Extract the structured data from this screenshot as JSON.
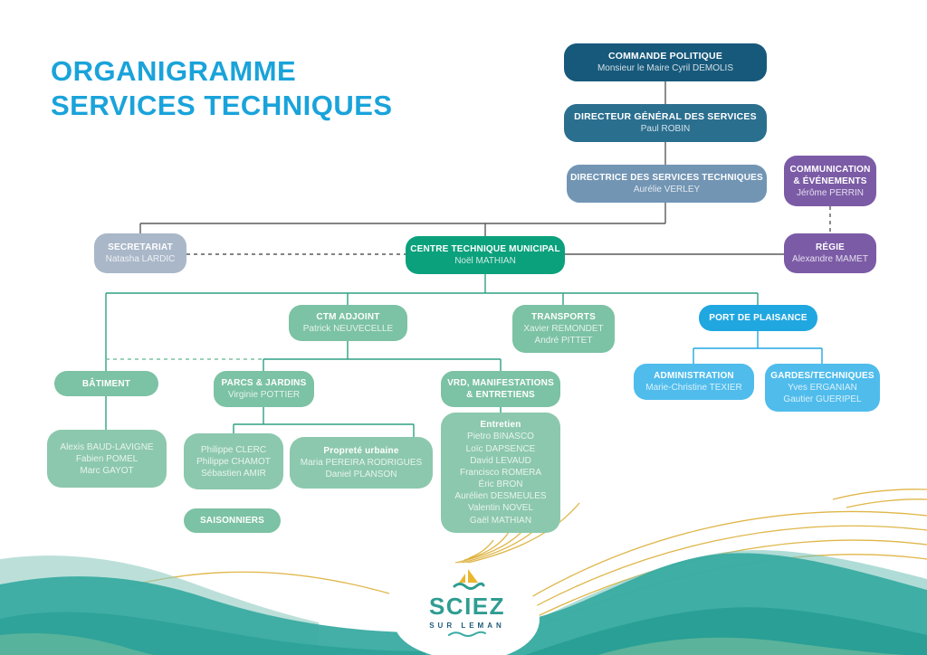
{
  "title": {
    "line1": "ORGANIGRAMME",
    "line2": "SERVICES TECHNIQUES"
  },
  "nodes": {
    "commande": {
      "title": "COMMANDE POLITIQUE",
      "name": "Monsieur le Maire Cyril DEMOLIS"
    },
    "dgs": {
      "title": "DIRECTEUR GÉNÉRAL DES SERVICES",
      "name": "Paul ROBIN"
    },
    "directrice": {
      "title": "DIRECTRICE DES SERVICES TECHNIQUES",
      "name": "Aurélie VERLEY"
    },
    "communication": {
      "title_line1": "COMMUNICATION",
      "title_line2": "& ÉVÉNEMENTS",
      "name": "Jérôme PERRIN"
    },
    "regie": {
      "title": "RÉGIE",
      "name": "Alexandre MAMET"
    },
    "secretariat": {
      "title": "SECRETARIAT",
      "name": "Natasha LARDIC"
    },
    "ctm": {
      "title": "CENTRE TECHNIQUE MUNICIPAL",
      "name": "Noël MATHIAN"
    },
    "ctm_adjoint": {
      "title": "CTM ADJOINT",
      "name": "Patrick NEUVECELLE"
    },
    "transports": {
      "title": "TRANSPORTS",
      "names": [
        "Xavier REMONDET",
        "André PITTET"
      ]
    },
    "port": {
      "title": "PORT DE PLAISANCE"
    },
    "administration": {
      "title": "ADMINISTRATION",
      "name": "Marie-Christine TEXIER"
    },
    "gardes": {
      "title": "GARDES/TECHNIQUES",
      "names": [
        "Yves ERGANIAN",
        "Gautier GUERIPEL"
      ]
    },
    "batiment": {
      "title": "BÂTIMENT"
    },
    "batiment_team": {
      "names": [
        "Alexis BAUD-LAVIGNE",
        "Fabien POMEL",
        "Marc GAYOT"
      ]
    },
    "parcs": {
      "title": "PARCS & JARDINS",
      "name": "Virginie POTTIER"
    },
    "parcs_team": {
      "names": [
        "Philippe CLERC",
        "Philippe CHAMOT",
        "Sébastien AMIR"
      ]
    },
    "proprete": {
      "title": "Propreté urbaine",
      "names": [
        "Maria PEREIRA RODRIGUES",
        "Daniel PLANSON"
      ]
    },
    "vrd": {
      "title_line1": "VRD, MANIFESTATIONS",
      "title_line2": "& ENTRETIENS"
    },
    "entretien": {
      "title": "Entretien",
      "names": [
        "Pietro BINASCO",
        "Loïc DAPSENCE",
        "David LEVAUD",
        "Francisco ROMERA",
        "Éric BRON",
        "Aurélien DESMEULES",
        "Valentin NOVEL",
        "Gaël MATHIAN"
      ]
    },
    "saisonniers": {
      "title": "SAISONNIERS"
    }
  },
  "logo": {
    "name": "SCIEZ",
    "subtitle": "SUR LEMAN"
  },
  "colors": {
    "title_blue": "#1aa3da",
    "dark_blue": "#17597b",
    "mid_blue": "#2b6f8f",
    "slate_blue": "#7295b4",
    "gray_blue": "#a9b7c8",
    "purple": "#7b5ba6",
    "green_dark": "#0ba17c",
    "green": "#7cc2a4",
    "green_light": "#8cc8ad",
    "cyan": "#21a7e0",
    "cyan_light": "#4fbcec",
    "yellow": "#dcae35",
    "wave_teal": "#39aba2",
    "line_gray": "#5a5a5c"
  }
}
